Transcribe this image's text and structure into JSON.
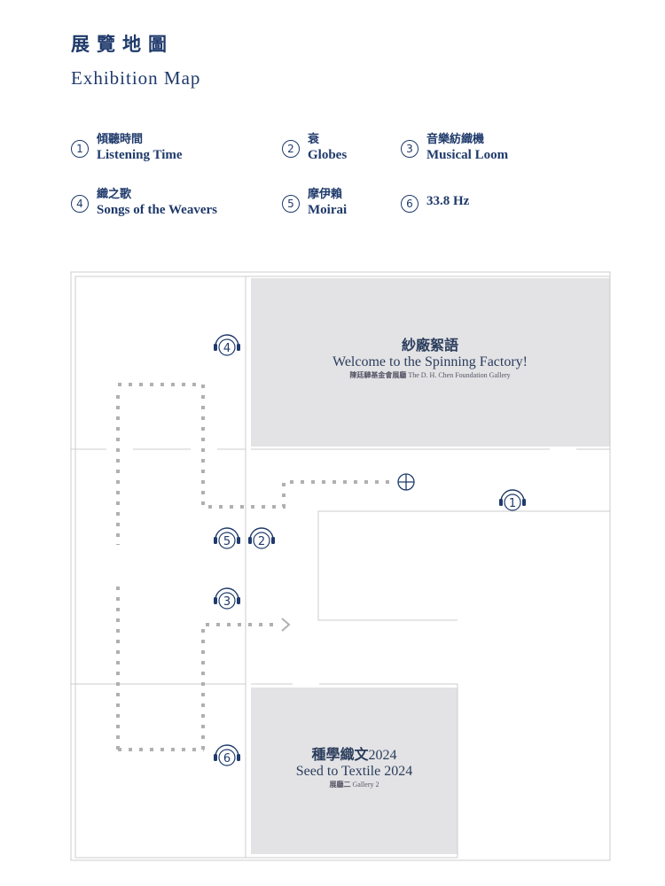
{
  "header": {
    "title_zh": "展覽地圖",
    "title_en": "Exhibition Map"
  },
  "legend": [
    {
      "num": "1",
      "zh": "傾聽時間",
      "en": "Listening Time"
    },
    {
      "num": "2",
      "zh": "衰",
      "en": "Globes"
    },
    {
      "num": "3",
      "zh": "音樂紡織機",
      "en": "Musical Loom"
    },
    {
      "num": "4",
      "zh": "織之歌",
      "en": "Songs of the Weavers"
    },
    {
      "num": "5",
      "zh": "摩伊賴",
      "en": "Moirai"
    },
    {
      "num": "6",
      "zh": "",
      "en": "33.8 Hz"
    }
  ],
  "rooms": {
    "spinning": {
      "zh": "紗廠絮語",
      "en": "Welcome to the Spinning Factory!",
      "sub_zh": "陳廷驊基金會展廳",
      "sub_en": "The D. H. Chen Foundation Gallery"
    },
    "seed": {
      "zh": "種學織文",
      "year": "2024",
      "en": "Seed to Textile 2024",
      "sub_zh": "展廳二",
      "sub_en": "Gallery 2"
    }
  },
  "markers": {
    "m1": "1",
    "m2": "2",
    "m3": "3",
    "m4": "4",
    "m5": "5",
    "m6": "6"
  },
  "colors": {
    "navy": "#1f3a6b",
    "room_fill": "#e3e3e5",
    "wall": "#cccccc",
    "path": "#b0b0b0"
  }
}
